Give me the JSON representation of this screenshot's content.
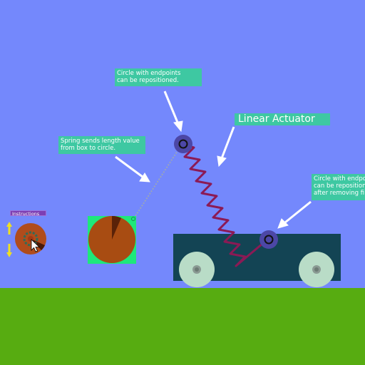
{
  "scene": {
    "sky_color": "#7488fc",
    "ground_color": "#57ac11",
    "label_color": "#3ec8a2",
    "spring_color": "#8b1a55",
    "cart_color": "#134454"
  },
  "labels": {
    "endpoints_top": "Circle with endpoints\ncan be repositioned.",
    "linear_actuator": "Linear Actuator",
    "spring_sends": "Spring sends length value\nfrom box to circle.",
    "endpoints_right": "Circle with endpoints\ncan be repositioned\nafter removing fi",
    "instructions": "Instructions"
  },
  "icons": {
    "up": "arrow-up-icon",
    "down": "arrow-down-icon",
    "cursor": "mouse-cursor-icon"
  }
}
